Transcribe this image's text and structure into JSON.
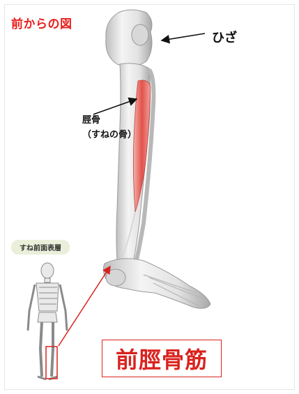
{
  "title": "前からの図",
  "labels": {
    "knee": "ひざ",
    "tibia_line1": "脛骨",
    "tibia_line2": "（すねの骨）"
  },
  "badge": "すね前面表層",
  "muscle_name": "前脛骨筋",
  "colors": {
    "accent_red": "#e8201e",
    "badge_bg": "#e9efd9",
    "bone": "#e6e6e6",
    "muscle": "#e66a6a"
  }
}
